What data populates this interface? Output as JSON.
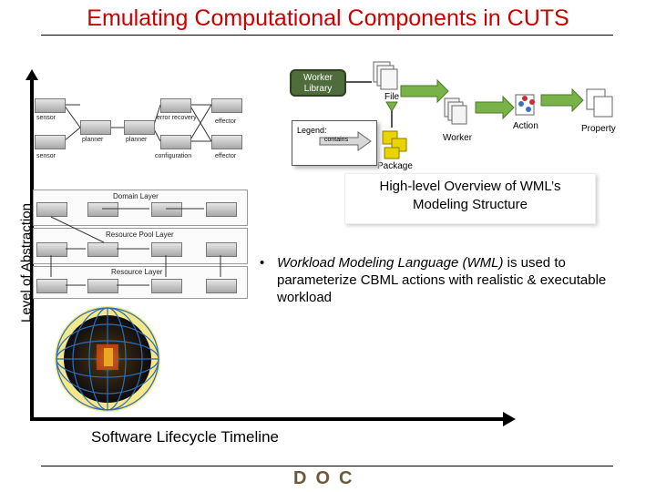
{
  "title": "Emulating Computational Components in CUTS",
  "axes": {
    "y_label": "Level of Abstraction",
    "x_label": "Software Lifecycle Timeline"
  },
  "caption": {
    "line1": "High-level Overview of WML’s",
    "line2": "Modeling Structure"
  },
  "bullet": {
    "marker": "•",
    "italic_part": "Workload Modeling Language (WML)",
    "rest_part": " is used to parameterize CBML actions with realistic & executable workload"
  },
  "wml_diagram": {
    "worker_library": "Worker Library",
    "file": "File",
    "worker": "Worker",
    "package": "Package",
    "action": "Action",
    "property": "Property",
    "legend_title": "Legend:",
    "legend_contains": "contains"
  },
  "component_diagram": {
    "labels": [
      "sensor",
      "planner",
      "planner",
      "error recovery",
      "effector",
      "sensor",
      "configuration",
      "effector"
    ]
  },
  "layers_diagram": {
    "layers": [
      "Domain Layer",
      "Resource Pool Layer",
      "Resource Layer"
    ]
  },
  "footer": {
    "logo_text": "DOC"
  },
  "colors": {
    "title": "#cc0000",
    "worker_library_bg": "#4f6d3a",
    "package_fill": "#e8d400",
    "globe_grid": "#2f6db5",
    "globe_dots": "#e0c020"
  }
}
